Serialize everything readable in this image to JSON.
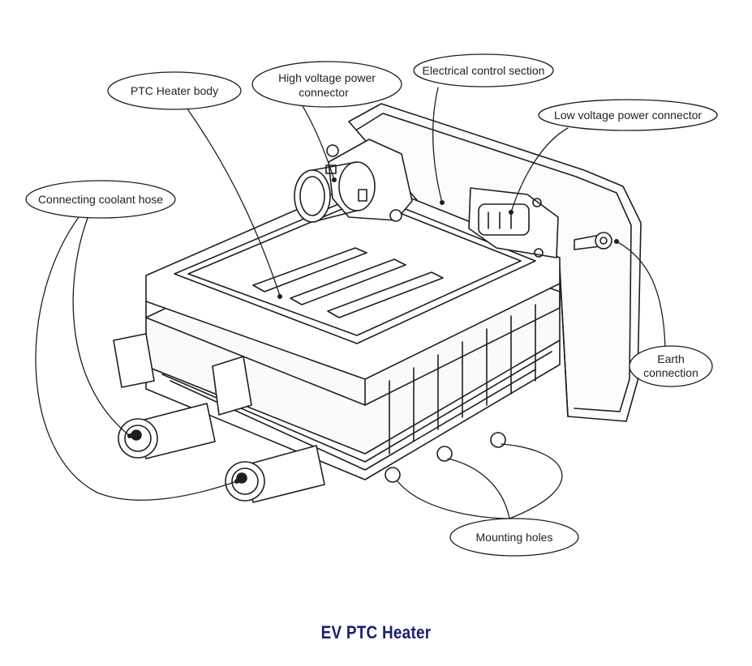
{
  "colors": {
    "line": "#1e1e1e",
    "caption": "#1a1f6e",
    "background": "#ffffff"
  },
  "labels": {
    "ptc_heater_body": "PTC Heater body",
    "high_voltage_line1": "High voltage power",
    "high_voltage_line2": "connector",
    "electrical_control": "Electrical control section",
    "low_voltage": "Low voltage power connector",
    "coolant_hose": "Connecting coolant hose",
    "earth_line1": "Earth",
    "earth_line2": "connection",
    "mounting_holes": "Mounting holes"
  },
  "caption": "EV PTC Heater"
}
